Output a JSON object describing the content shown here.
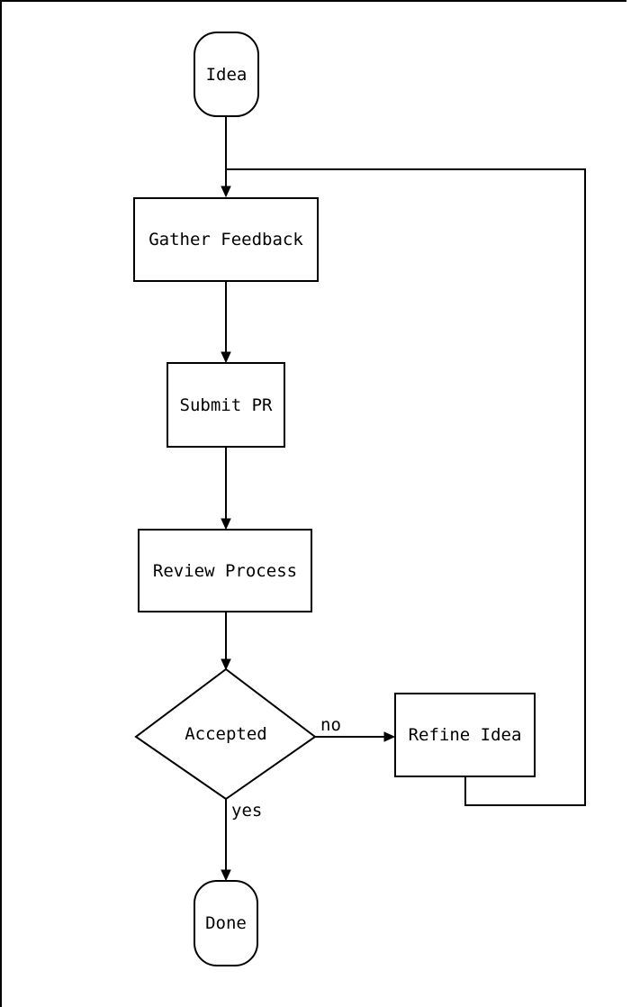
{
  "diagram": {
    "type": "flowchart",
    "direction": "top-down",
    "nodes": {
      "idea": {
        "label": "Idea",
        "shape": "stadium"
      },
      "gather_feedback": {
        "label": "Gather Feedback",
        "shape": "rect"
      },
      "submit_pr": {
        "label": "Submit PR",
        "shape": "rect"
      },
      "review_process": {
        "label": "Review Process",
        "shape": "rect"
      },
      "accepted": {
        "label": "Accepted",
        "shape": "decision"
      },
      "refine_idea": {
        "label": "Refine Idea",
        "shape": "rect"
      },
      "done": {
        "label": "Done",
        "shape": "stadium"
      }
    },
    "edges": [
      {
        "from": "idea",
        "to": "gather_feedback",
        "label": ""
      },
      {
        "from": "gather_feedback",
        "to": "submit_pr",
        "label": ""
      },
      {
        "from": "submit_pr",
        "to": "review_process",
        "label": ""
      },
      {
        "from": "review_process",
        "to": "accepted",
        "label": ""
      },
      {
        "from": "accepted",
        "to": "refine_idea",
        "label": "no"
      },
      {
        "from": "accepted",
        "to": "done",
        "label": "yes"
      },
      {
        "from": "refine_idea",
        "to": "gather_feedback",
        "label": ""
      }
    ],
    "colors": {
      "stroke": "#000000",
      "node_fill": "#ffffff",
      "text": "#000000",
      "background": "#ffffff"
    }
  }
}
